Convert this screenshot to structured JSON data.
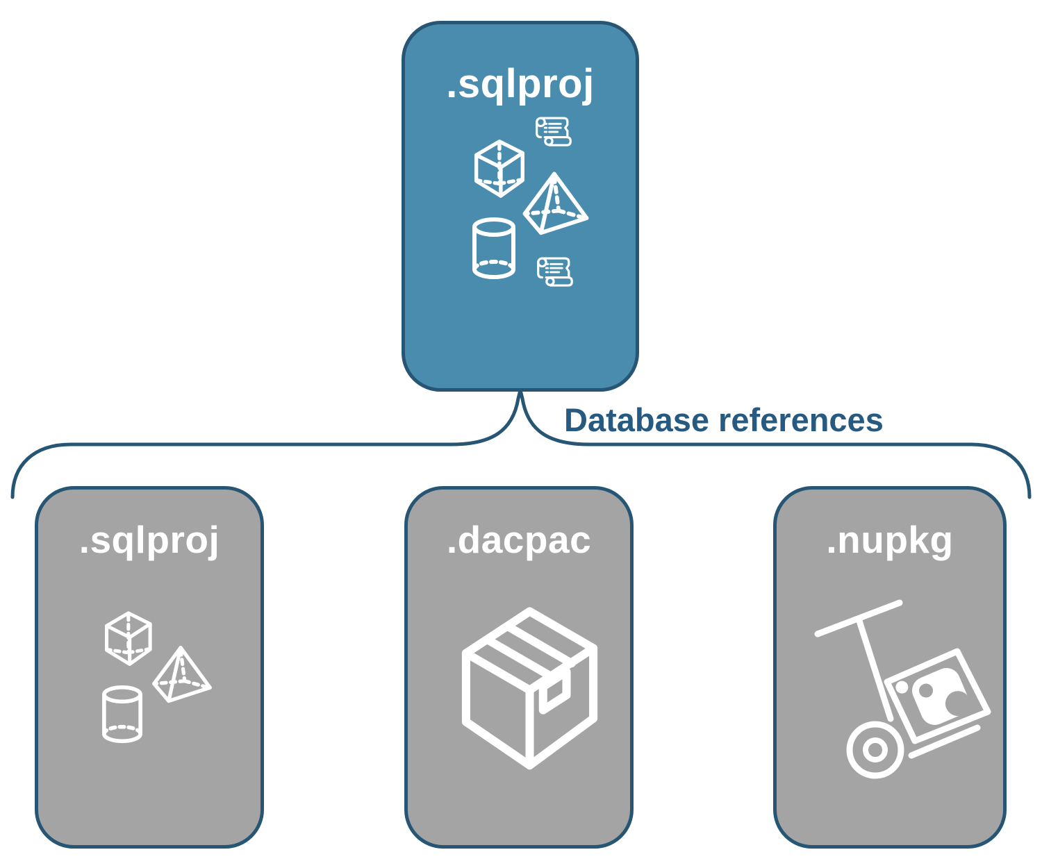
{
  "diagram": {
    "root": {
      "label": ".sqlproj",
      "icons": [
        "cube-icon",
        "scroll-icon",
        "pyramid-icon",
        "cylinder-icon",
        "scroll-icon"
      ]
    },
    "connector": {
      "label": "Database references"
    },
    "children": [
      {
        "label": ".sqlproj",
        "icons": [
          "cube-icon",
          "pyramid-icon",
          "cylinder-icon"
        ]
      },
      {
        "label": ".dacpac",
        "icons": [
          "package-box-icon"
        ]
      },
      {
        "label": ".nupkg",
        "icons": [
          "nuget-handtruck-icon"
        ]
      }
    ],
    "colors": {
      "root_fill": "#4a8cae",
      "child_fill": "#a4a4a4",
      "outline": "#275574",
      "icon_stroke": "#ffffff",
      "label_text": "#ffffff",
      "connector_text": "#275a80",
      "background": "#ffffff"
    }
  }
}
